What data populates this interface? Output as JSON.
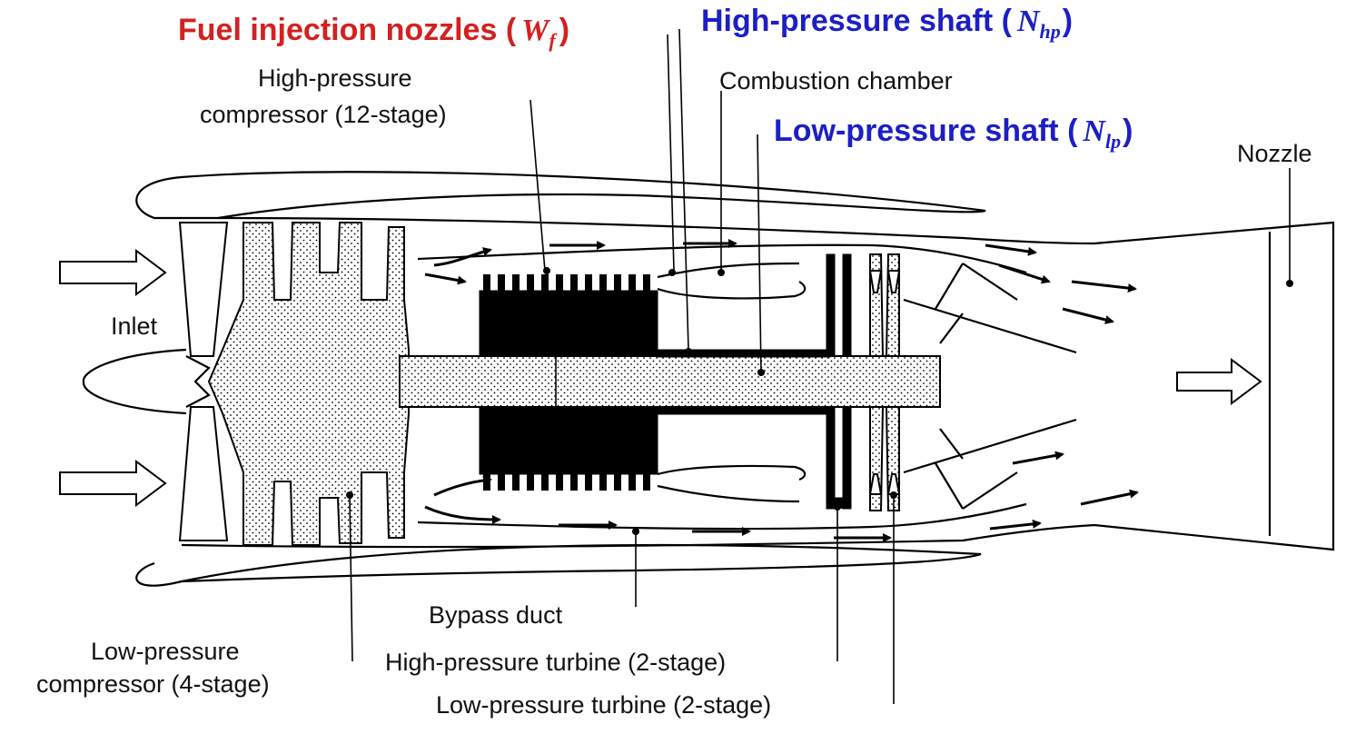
{
  "labels": {
    "fuel_nozzles": "Fuel injection nozzles (",
    "fuel_symbol": "W",
    "fuel_sub": "f",
    "fuel_close": ")",
    "hp_shaft": "High-pressure shaft (",
    "hp_symbol": "N",
    "hp_sub": "hp",
    "hp_close": ")",
    "lp_shaft": "Low-pressure shaft (",
    "lp_symbol": "N",
    "lp_sub": "lp",
    "lp_close": ")",
    "hpc_line1": "High-pressure",
    "hpc_line2": "compressor (12-stage)",
    "combustion": "Combustion chamber",
    "nozzle": "Nozzle",
    "inlet": "Inlet",
    "bypass": "Bypass duct",
    "lpc_line1": "Low-pressure",
    "lpc_line2": "compressor (4-stage)",
    "hpt": "High-pressure turbine (2-stage)",
    "lpt": "Low-pressure turbine (2-stage)"
  },
  "colors": {
    "fuel_label": "#d42020",
    "shaft_label": "#1c1fc4",
    "line": "#000000"
  }
}
